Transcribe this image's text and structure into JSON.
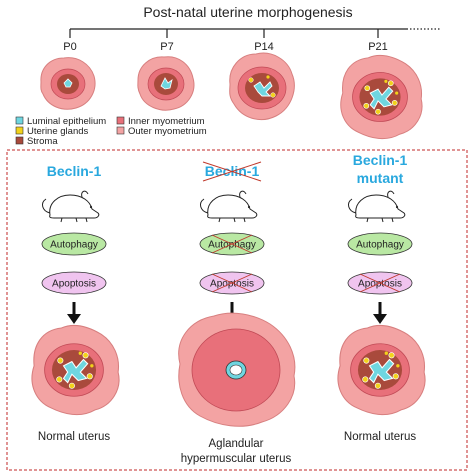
{
  "title": "Post-natal uterine morphogenesis",
  "timepoints": [
    "P0",
    "P7",
    "P14",
    "P21"
  ],
  "legend": [
    {
      "label": "Luminal epithelium",
      "color": "#6fd6e0"
    },
    {
      "label": "Uterine glands",
      "color": "#f2d21b"
    },
    {
      "label": "Stroma",
      "color": "#a94a3c"
    },
    {
      "label": "Inner myometrium",
      "color": "#e8707a"
    },
    {
      "label": "Outer myometrium",
      "color": "#f3a3a3"
    }
  ],
  "columns": [
    {
      "heading": [
        "Beclin-1"
      ],
      "heading_crossed": false,
      "autophagy": "Autophagy",
      "autophagy_crossed": false,
      "apoptosis": "Apoptosis",
      "apoptosis_crossed": false,
      "caption": [
        "Normal uterus"
      ]
    },
    {
      "heading": [
        "Beclin-1"
      ],
      "heading_crossed": true,
      "autophagy": "Autophagy",
      "autophagy_crossed": true,
      "apoptosis": "Apoptosis",
      "apoptosis_crossed": true,
      "caption": [
        "Aglandular",
        "hypermuscular uterus"
      ]
    },
    {
      "heading": [
        "Beclin-1",
        "mutant"
      ],
      "heading_crossed": false,
      "autophagy": "Autophagy",
      "autophagy_crossed": false,
      "apoptosis": "Apoptosis",
      "apoptosis_crossed": true,
      "caption": [
        "Normal uterus"
      ]
    }
  ],
  "colors": {
    "outer_myometrium": "#f3a3a3",
    "outer_edge": "#d77f7f",
    "inner_myometrium": "#e8707a",
    "stroma": "#a94a3c",
    "luminal": "#6fd6e0",
    "glands": "#f2d21b",
    "autophagy_fill": "#b9e8a3",
    "apoptosis_fill": "#f0c4ef",
    "heading": "#29a8de",
    "dashed_box": "#c2282a",
    "cross": "#c0392b"
  }
}
